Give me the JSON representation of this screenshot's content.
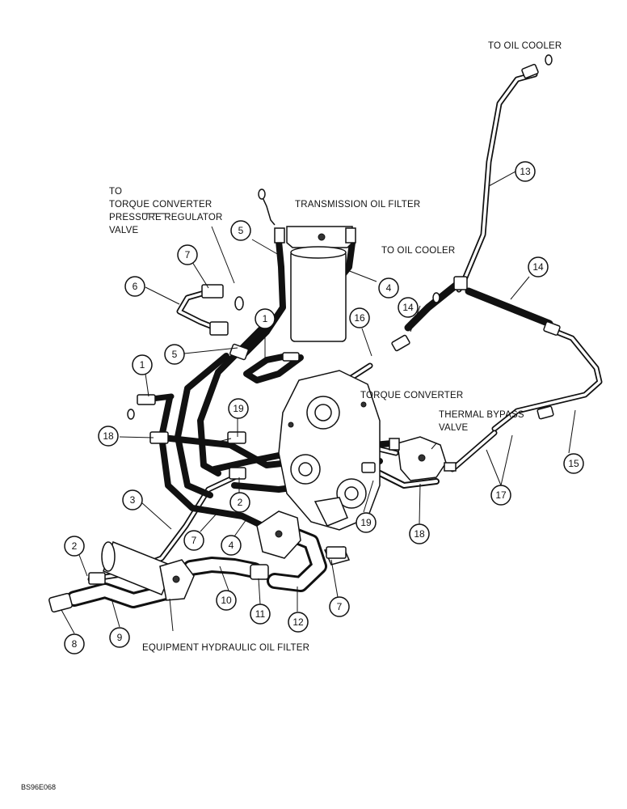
{
  "labels": {
    "to_oil_cooler_top": "TO OIL COOLER",
    "to_tc_line1": "TO",
    "to_tc_line2": "TORQUE CONVERTER",
    "to_tc_line3": "PRESSURE REGULATOR",
    "to_tc_line4": "VALVE",
    "transmission_oil_filter": "TRANSMISSION OIL FILTER",
    "to_oil_cooler_mid": "TO OIL COOLER",
    "torque_converter": "TORQUE CONVERTER",
    "thermal_bypass_line1": "THERMAL BYPASS",
    "thermal_bypass_line2": "VALVE",
    "equipment_filter": "EQUIPMENT HYDRAULIC OIL FILTER",
    "figure_code": "BS96E068"
  },
  "callouts": [
    "13",
    "7",
    "6",
    "5",
    "4",
    "14",
    "14",
    "16",
    "1",
    "5",
    "1",
    "19",
    "18",
    "3",
    "2",
    "7",
    "4",
    "2",
    "19",
    "18",
    "17",
    "15",
    "10",
    "11",
    "12",
    "7",
    "8",
    "9"
  ]
}
